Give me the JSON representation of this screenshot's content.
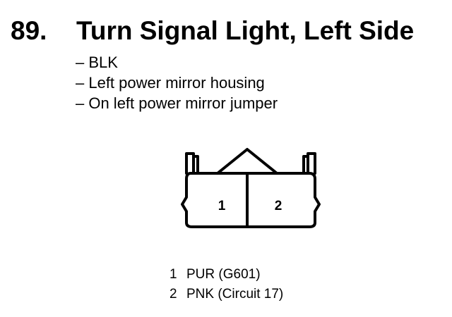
{
  "heading": {
    "number": "89.",
    "title": "Turn Signal Light, Left Side"
  },
  "details": [
    "– BLK",
    "– Left power mirror housing",
    "– On left power mirror jumper"
  ],
  "connector": {
    "cavity_labels": [
      "1",
      "2"
    ]
  },
  "pins": [
    {
      "number": "1",
      "desc": "PUR (G601)"
    },
    {
      "number": "2",
      "desc": "PNK (Circuit 17)"
    }
  ]
}
